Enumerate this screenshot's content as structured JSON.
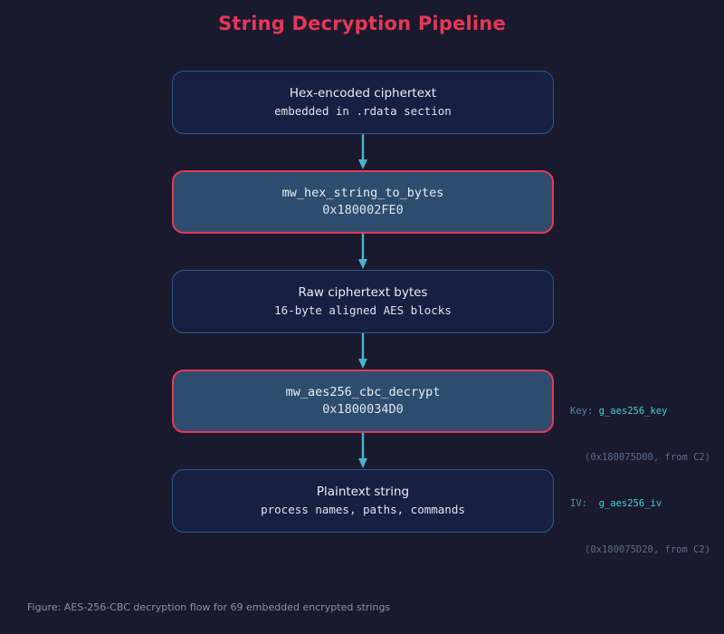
{
  "figure": {
    "title": "String Decryption Pipeline",
    "caption": "Figure: AES-256-CBC decryption flow for 69 embedded encrypted strings",
    "background_color": "#1a1a2e",
    "title_color": "#e63757",
    "arrow_color": "#4ab3c8"
  },
  "nodes": [
    {
      "kind": "data",
      "line1": "Hex-encoded ciphertext",
      "line2": "embedded in .rdata section",
      "fill": "#162041",
      "border": "#2c5a8c"
    },
    {
      "kind": "function",
      "line1": "mw_hex_string_to_bytes",
      "line2": "0x180002FE0",
      "fill": "#2e4d6e",
      "border": "#e63757"
    },
    {
      "kind": "data",
      "line1": "Raw ciphertext bytes",
      "line2": "16-byte aligned AES blocks",
      "fill": "#162041",
      "border": "#2c5a8c"
    },
    {
      "kind": "function",
      "line1": "mw_aes256_cbc_decrypt",
      "line2": "0x1800034D0",
      "fill": "#2e4d6e",
      "border": "#e63757"
    },
    {
      "kind": "data",
      "line1": "Plaintext string",
      "line2": "process names, paths, commands",
      "fill": "#162041",
      "border": "#2c5a8c"
    }
  ],
  "annotation": {
    "key_label": "Key:",
    "key_value": "g_aes256_key",
    "key_address": "(0x180075D00, from C2)",
    "iv_label": "IV:",
    "iv_value": "g_aes256_iv",
    "iv_address": "(0x180075D20, from C2)",
    "label_color": "#4d8c9e",
    "value_color": "#3fd2d8",
    "address_color": "#5d6b85"
  }
}
